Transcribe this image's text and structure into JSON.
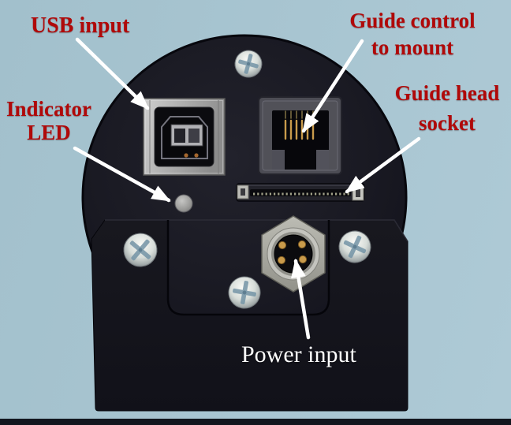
{
  "labels": {
    "usb_input": "USB input",
    "indicator_led_line1": "Indicator",
    "indicator_led_line2": "LED",
    "guide_control_line1": "Guide control",
    "guide_control_line2": "to mount",
    "guide_head_line1": "Guide head",
    "guide_head_line2": "socket",
    "power_input": "Power input"
  },
  "colors": {
    "background-start": "#a2c0cc",
    "background-end": "#aecad6",
    "body-black": "#1a1a23",
    "bracket-black": "#15151d",
    "label-red": "#b00909",
    "label-white": "#ffffff",
    "arrow-white": "#ffffff",
    "usb-metal": "#b4b4b4",
    "rj-gray": "#4c4c54",
    "screw-silver": "#dde2de",
    "pin-gold": "#c99b4b",
    "led-gray": "#9b9b9b",
    "latch-silver": "#bcbcb6"
  }
}
